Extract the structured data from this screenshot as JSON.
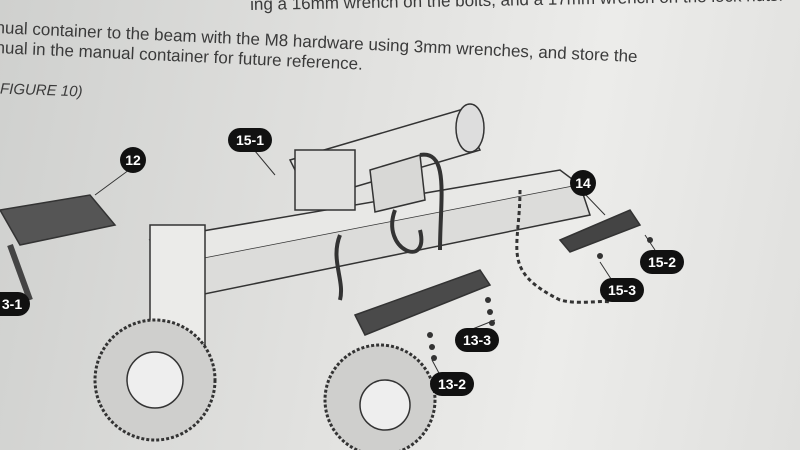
{
  "text": {
    "line1": "ing a 16mm wrench on the bolts, and a 17mm wrench on the lock nuts.",
    "line2": "nual container to the beam with the M8 hardware using 3mm wrenches, and store the",
    "line3": "nual in the manual container for future reference.",
    "figure_ref": "FIGURE 10)"
  },
  "callouts": [
    "12",
    "15-1",
    "14",
    "15-2",
    "15-3",
    "13-3",
    "13-2",
    "3-1"
  ]
}
